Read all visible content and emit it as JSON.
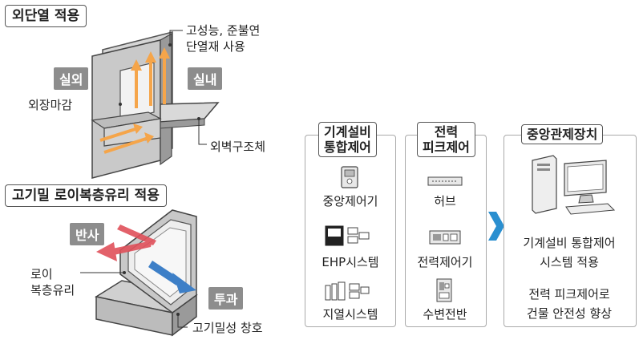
{
  "insulation": {
    "title": "외단열 적용",
    "callout_material_line1": "고성능, 준불연",
    "callout_material_line2": "단열재 사용",
    "tag_outdoor": "실외",
    "tag_indoor": "실내",
    "label_exterior_finish": "외장마감",
    "label_wall_structure": "외벽구조체"
  },
  "window": {
    "title": "고기밀 로이복층유리 적용",
    "tag_reflect": "반사",
    "tag_transmit": "투과",
    "label_lowe_line1": "로이",
    "label_lowe_line2": "복층유리",
    "label_airtight": "고기밀성 창호"
  },
  "control": {
    "panel1": {
      "title_line1": "기계설비",
      "title_line2": "통합제어",
      "items": [
        "중앙제어기",
        "EHP시스템",
        "지열시스템"
      ]
    },
    "panel2": {
      "title_line1": "전력",
      "title_line2": "피크제어",
      "items": [
        "허브",
        "전력제어기",
        "수변전반"
      ]
    },
    "panel3": {
      "title": "중앙관제장치",
      "desc1_line1": "기계설비 통합제어",
      "desc1_line2": "시스템 적용",
      "desc2_line1": "전력 피크제어로",
      "desc2_line2": "건물 안전성 향상"
    }
  },
  "colors": {
    "tag_gray": "#8d8d8d",
    "arrow_orange": "#f5a54a",
    "arrow_blue": "#3d7fc7",
    "arrow_red": "#e0505a",
    "chevron_blue": "#2a8fd0"
  }
}
